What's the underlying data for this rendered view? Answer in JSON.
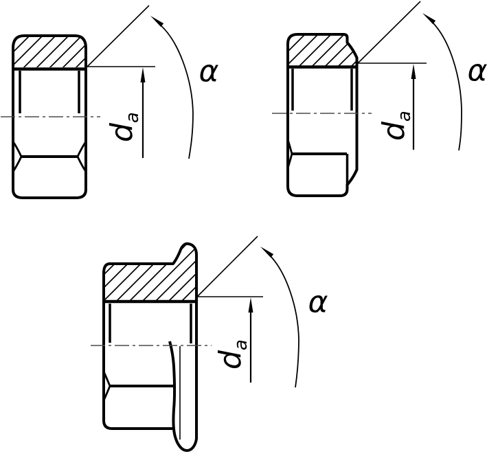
{
  "figures": [
    {
      "alpha": "α",
      "d": "d",
      "d_sub": "a"
    },
    {
      "alpha": "α",
      "d": "d",
      "d_sub": "a"
    },
    {
      "alpha": "α",
      "d": "d",
      "d_sub": "a"
    }
  ],
  "colors": {
    "ink": "#000000",
    "centerline": "#4a4a4a",
    "background": "#ffffff"
  }
}
